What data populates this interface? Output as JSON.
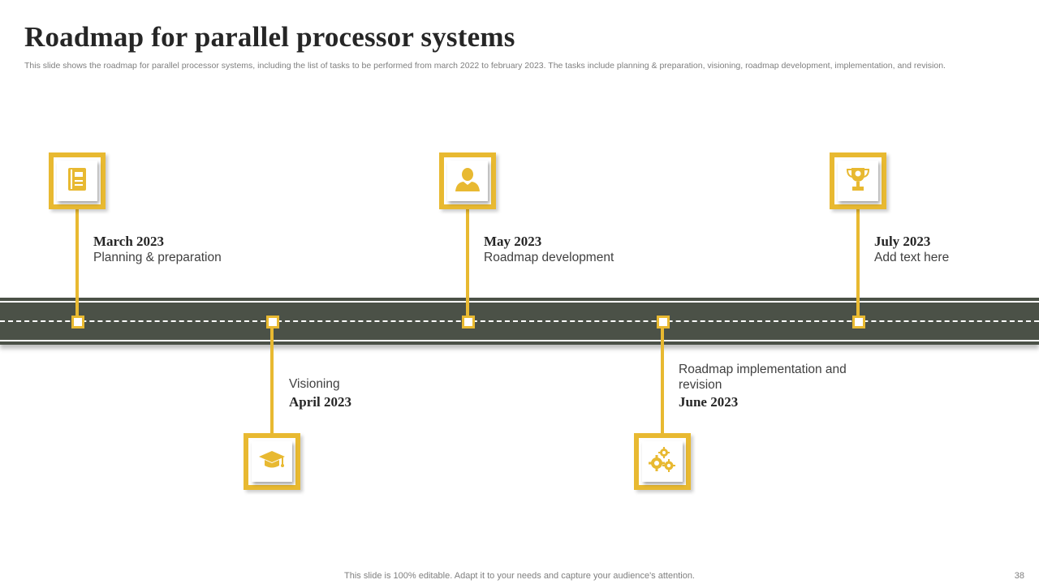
{
  "slide": {
    "title": "Roadmap for parallel processor systems",
    "subtitle": "This slide shows the roadmap for parallel processor systems, including the list of tasks to be performed from march 2022 to february 2023. The tasks include planning & preparation, visioning, roadmap development, implementation, and revision.",
    "footer": "This slide is 100% editable. Adapt it to your needs and capture your audience's attention.",
    "page_number": "38"
  },
  "colors": {
    "accent": "#e8b931",
    "road": "#4b5147",
    "title": "#262626"
  },
  "milestones": [
    {
      "date": "March 2023",
      "task": "Planning & preparation",
      "icon": "notebook-icon"
    },
    {
      "date": "April 2023",
      "task": "Visioning",
      "icon": "graduation-cap-icon"
    },
    {
      "date": "May 2023",
      "task": "Roadmap development",
      "icon": "user-icon"
    },
    {
      "date": "June 2023",
      "task": "Roadmap implementation and revision",
      "icon": "gears-icon"
    },
    {
      "date": "July 2023",
      "task": "Add text here",
      "icon": "trophy-icon"
    }
  ]
}
